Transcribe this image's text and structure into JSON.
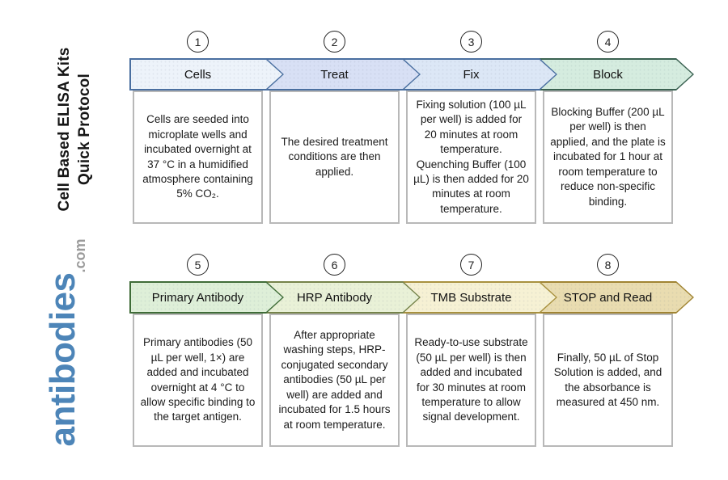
{
  "sidebar": {
    "title_line1": "Cell Based ELISA Kits",
    "title_line2": "Quick Protocol",
    "logo_text": "antibodies",
    "logo_suffix": ".com",
    "logo_color": "#4d85b8"
  },
  "rows": [
    {
      "steps": [
        {
          "number": "1",
          "label": "Cells",
          "description": "Cells are seeded into microplate wells and incubated overnight at 37 °C in a humidified atmosphere containing 5% CO₂.",
          "fill": "#edf3fa",
          "border": "#4a6fa0"
        },
        {
          "number": "2",
          "label": "Treat",
          "description": "The desired treatment conditions are then applied.",
          "fill": "#d8e0f5",
          "border": "#4a6fa0"
        },
        {
          "number": "3",
          "label": "Fix",
          "description": "Fixing solution (100 µL per well) is added for 20 minutes at room temperature. Quenching Buffer (100 µL) is then added for 20 minutes at room temperature.",
          "fill": "#dce7f6",
          "border": "#4a6fa0"
        },
        {
          "number": "4",
          "label": "Block",
          "description": "Blocking Buffer (200 µL per well) is then applied, and the plate is incubated for 1 hour at room temperature to reduce non-specific binding.",
          "fill": "#d5ecdf",
          "border": "#3a6151"
        }
      ]
    },
    {
      "steps": [
        {
          "number": "5",
          "label": "Primary Antibody",
          "description": "Primary antibodies (50 µL per well, 1×) are added and incubated overnight at 4 °C to allow specific binding to the target antigen.",
          "fill": "#deefd8",
          "border": "#3f6c38"
        },
        {
          "number": "6",
          "label": "HRP Antibody",
          "description": "After appropriate washing steps, HRP-conjugated secondary antibodies (50 µL per well) are added and incubated for 1.5 hours at room temperature.",
          "fill": "#e9f1d7",
          "border": "#75834a"
        },
        {
          "number": "7",
          "label": "TMB Substrate",
          "description": "Ready-to-use substrate (50 µL per well) is then added and incubated for 30 minutes at room temperature to allow signal development.",
          "fill": "#f6f1d4",
          "border": "#a8913f"
        },
        {
          "number": "8",
          "label": "STOP and Read",
          "description": "Finally, 50 µL of Stop Solution is added, and the absorbance is measured at 450 nm.",
          "fill": "#e9dcb0",
          "border": "#a08433"
        }
      ]
    }
  ]
}
